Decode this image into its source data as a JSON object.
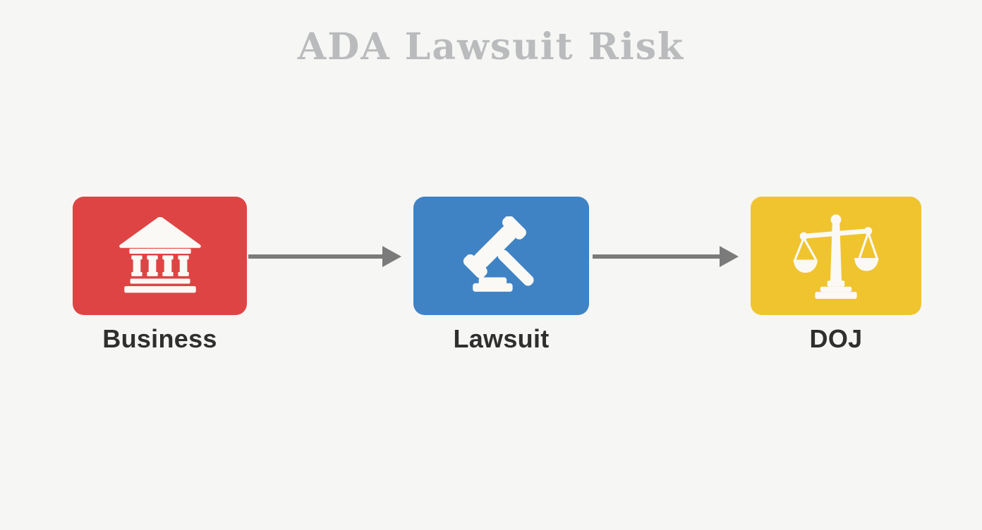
{
  "title": "ADA Lawsuit Risk",
  "nodes": [
    {
      "id": "business",
      "label": "Business",
      "color": "#df4444",
      "icon": "bank-icon"
    },
    {
      "id": "lawsuit",
      "label": "Lawsuit",
      "color": "#3f83c5",
      "icon": "gavel-icon"
    },
    {
      "id": "doj",
      "label": "DOJ",
      "color": "#efc42f",
      "icon": "scales-icon"
    }
  ],
  "edges": [
    {
      "from": "Business",
      "to": "Lawsuit"
    },
    {
      "from": "Lawsuit",
      "to": "DOJ"
    }
  ],
  "colors": {
    "background": "#f6f6f4",
    "title_text": "#b9bbbd",
    "label_text": "#2f2f2f",
    "arrow": "#7b7b7b",
    "icon_fill": "#fbf9f5"
  }
}
